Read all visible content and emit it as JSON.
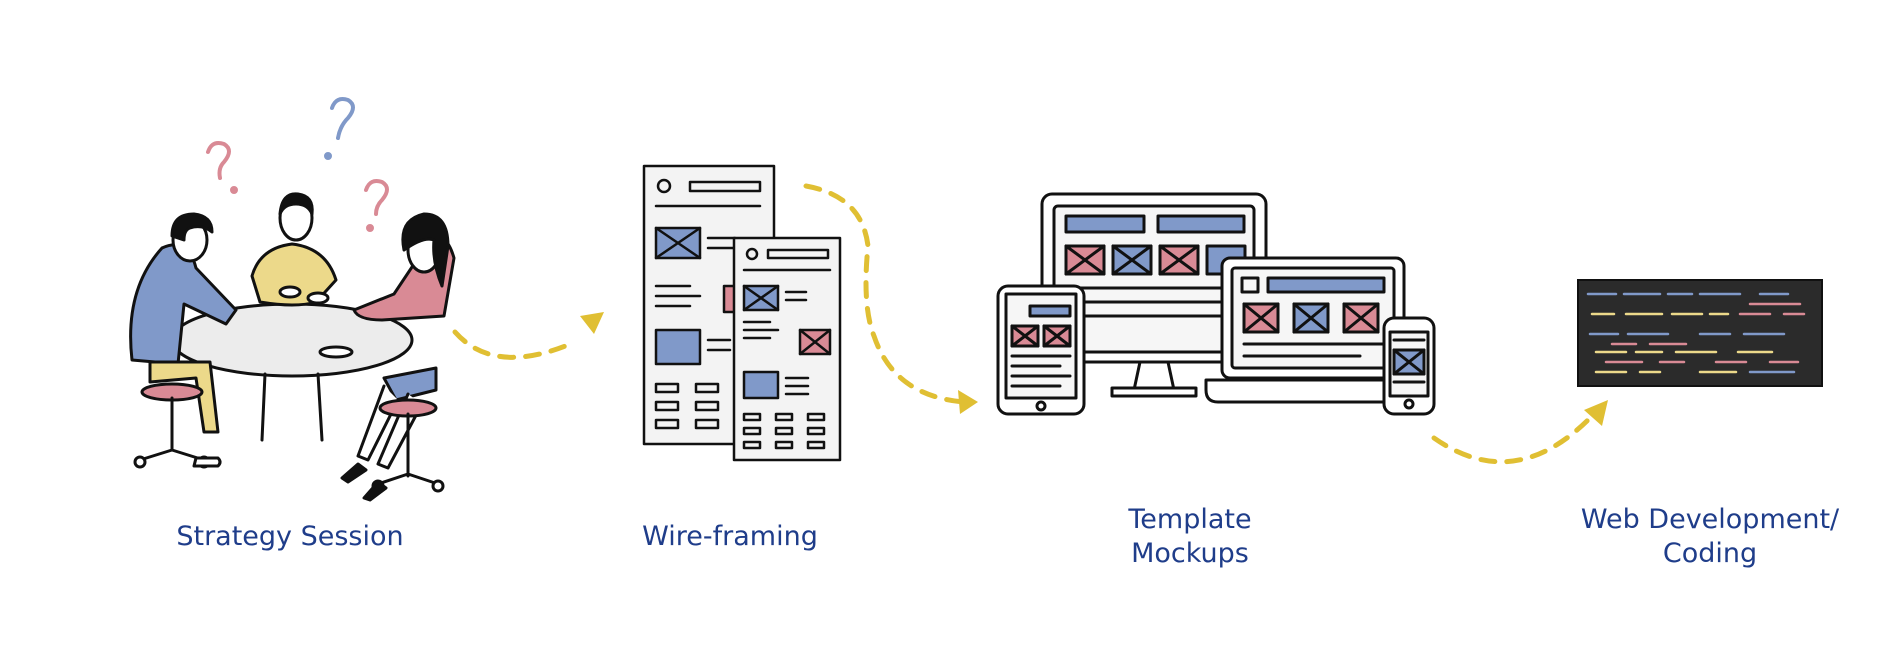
{
  "process": {
    "steps": [
      {
        "id": "strategy",
        "lines": [
          "Strategy Session"
        ]
      },
      {
        "id": "wireframe",
        "lines": [
          "Wire-framing"
        ]
      },
      {
        "id": "mockup",
        "lines": [
          "Template",
          "Mockups"
        ]
      },
      {
        "id": "dev",
        "lines": [
          "Web Development/",
          "Coding"
        ]
      }
    ]
  },
  "colors": {
    "label": "#1f3d8a",
    "arrow": "#e0bf33",
    "blue": "#8099c9",
    "pink": "#d98a95",
    "yellow": "#ecd98a",
    "outline": "#111111",
    "screen_dark": "#2b2b2b"
  },
  "icons": [
    "question-mark-icon",
    "meeting-table-icon",
    "wireframe-pages-icon",
    "responsive-devices-icon",
    "code-screen-icon",
    "dashed-arrow-icon"
  ]
}
